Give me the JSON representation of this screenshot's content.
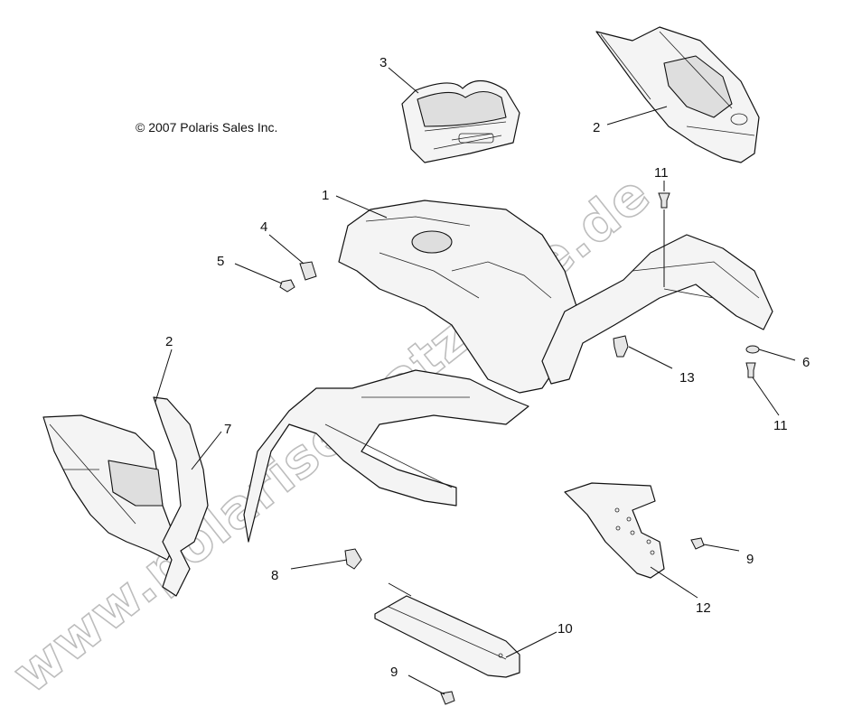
{
  "copyright": "© 2007 Polaris Sales Inc.",
  "watermark": "www.polarisersatzteile.de",
  "callouts": {
    "c1": "1",
    "c2_top": "2",
    "c2_left": "2",
    "c3": "3",
    "c4": "4",
    "c5": "5",
    "c6": "6",
    "c7": "7",
    "c8": "8",
    "c9_right": "9",
    "c9_bottom": "9",
    "c10": "10",
    "c11_top": "11",
    "c11_right": "11",
    "c12": "12",
    "c13": "13"
  },
  "colors": {
    "line": "#111111",
    "fill": "#f4f4f4",
    "watermark": "#bdbdbd"
  }
}
